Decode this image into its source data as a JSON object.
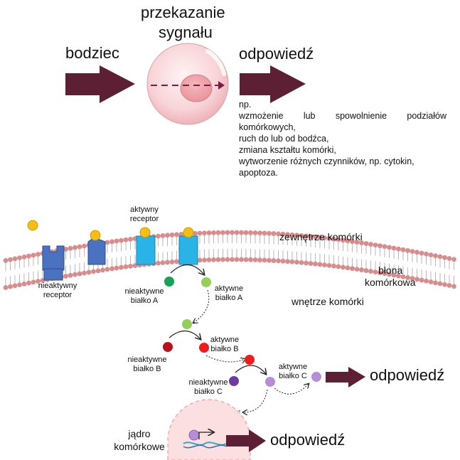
{
  "labels": {
    "stimulus": "bodziec",
    "signal_transfer_line1": "przekazanie",
    "signal_transfer_line2": "sygnału",
    "response_top": "odpowiedź",
    "response_cytoplasm": "odpowiedź",
    "response_nucleus": "odpowiedź",
    "examples_intro": "np.",
    "examples": [
      [
        "wzmożenie",
        "lub",
        "spowolnienie",
        "podziałów"
      ],
      "komórkowych,",
      "ruch do lub od bodźca,",
      "zmiana kształtu komórki,",
      "wytworzenie różnych czynników, np. cytokin,",
      "apoptoza."
    ],
    "outside_cell": "zewnętrze komórki",
    "membrane_line1": "błona",
    "membrane_line2": "komórkowa",
    "inside_cell": "wnętrze komórki",
    "active_receptor_line1": "aktywny",
    "active_receptor_line2": "receptor",
    "inactive_receptor_line1": "nieaktywny",
    "inactive_receptor_line2": "receptor",
    "inactive_protein_a_line1": "nieaktywne",
    "inactive_protein_a_line2": "białko A",
    "active_protein_a_line1": "aktywne",
    "active_protein_a_line2": "białko A",
    "inactive_protein_b_line1": "nieaktywne",
    "inactive_protein_b_line2": "białko B",
    "active_protein_b_line1": "aktywne",
    "active_protein_b_line2": "białko B",
    "inactive_protein_c_line1": "nieaktywne",
    "inactive_protein_c_line2": "białko C",
    "active_protein_c_line1": "aktywne",
    "active_protein_c_line2": "białko C",
    "nucleus_line1": "jądro",
    "nucleus_line2": "komórkowe"
  },
  "colors": {
    "arrow": "#5c1f34",
    "ligand": "#f5be12",
    "inactive_receptor": "#4a72c0",
    "active_receptor": "#29b3e6",
    "membrane_head": "#d88c8c",
    "protein_a_inactive": "#16a356",
    "protein_a_active": "#93cf5a",
    "protein_b_inactive": "#b5131d",
    "protein_b_active": "#ee1c1c",
    "protein_c_inactive": "#6e3aa0",
    "protein_c_active": "#b68ed8",
    "cell_fill": "#f7cfd3",
    "nucleus_fill": "#fbdfe1"
  }
}
